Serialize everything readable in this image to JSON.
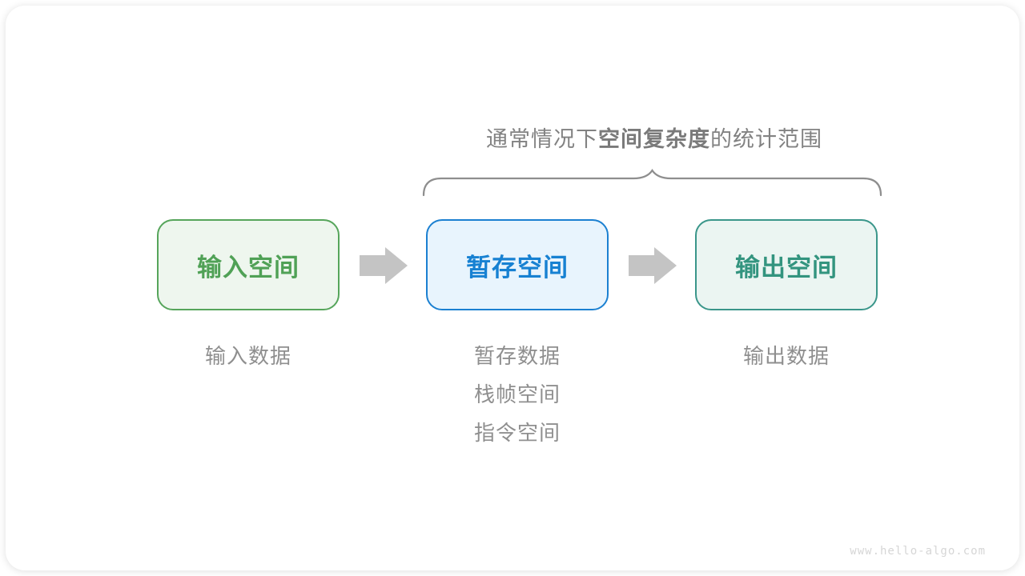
{
  "title": {
    "prefix": "通常情况下",
    "bold": "空间复杂度",
    "suffix": "的统计范围"
  },
  "boxes": [
    {
      "label": "输入空间",
      "border_color": "#56a55b",
      "fill_color": "#eef6ee",
      "text_color": "#50a156"
    },
    {
      "label": "暂存空间",
      "border_color": "#1b80d1",
      "fill_color": "#e8f4fd",
      "text_color": "#1781d2"
    },
    {
      "label": "输出空间",
      "border_color": "#3a968a",
      "fill_color": "#ebf5f2",
      "text_color": "#33947f"
    }
  ],
  "captions": [
    {
      "lines": [
        "输入数据"
      ]
    },
    {
      "lines": [
        "暂存数据",
        "栈帧空间",
        "指令空间"
      ]
    },
    {
      "lines": [
        "输出数据"
      ]
    }
  ],
  "watermark": "www.hello-algo.com",
  "colors": {
    "title_text": "#828282",
    "caption_text": "#8f8f8f",
    "brace_stroke": "#8e8e8e",
    "arrow_fill": "#c4c4c4",
    "watermark_text": "#d6d6d6",
    "card_background": "#ffffff"
  }
}
